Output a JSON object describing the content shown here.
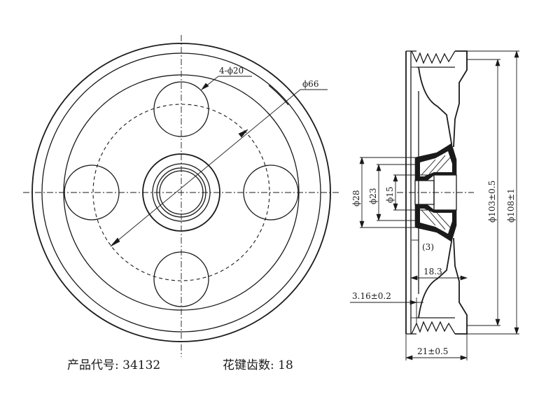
{
  "front_view": {
    "hole_pattern_label": "4-ϕ20",
    "pitch_circle_label": "ϕ66"
  },
  "side_view": {
    "bore_28": "ϕ28",
    "bore_23": "ϕ23",
    "bore_15": "ϕ15",
    "groove_dia": "ϕ103±0.5",
    "outer_dia": "ϕ108±1",
    "depth_ref": "(3)",
    "hub_length": "18.3",
    "rib_pitch": "3.16±0.2",
    "total_width": "21±0.5"
  },
  "caption": {
    "product_code": "产品代号: 34132",
    "spline_teeth": "花键齿数: 18"
  }
}
